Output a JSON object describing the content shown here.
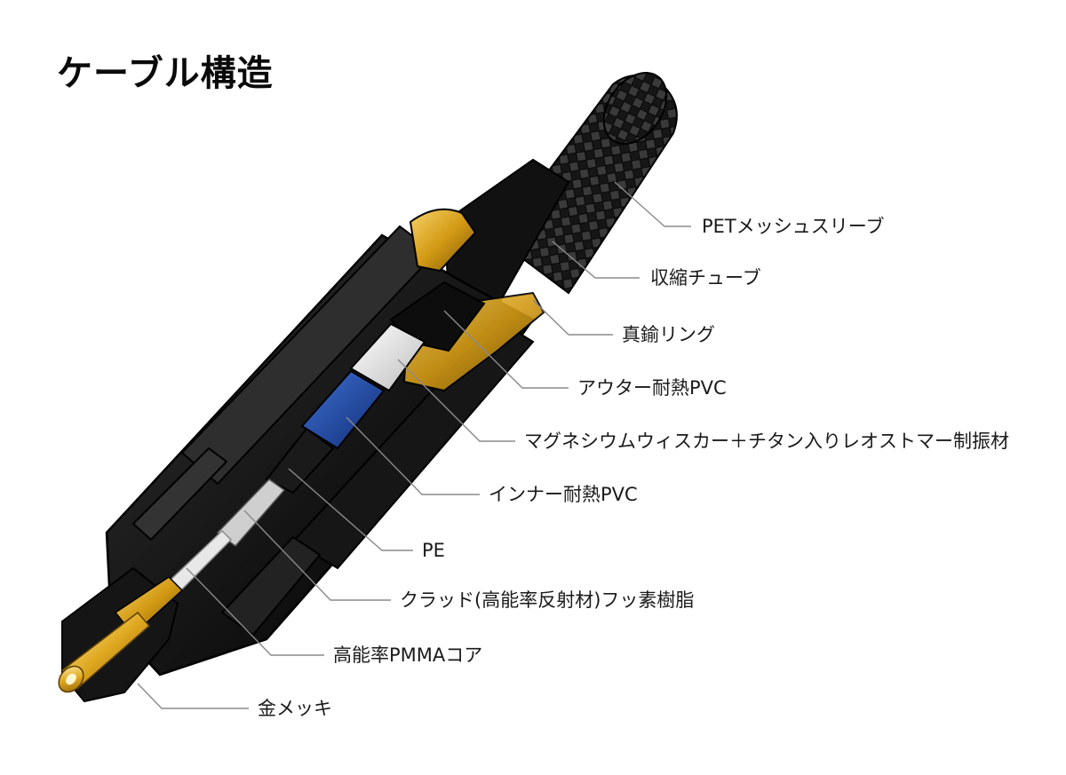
{
  "title": "ケーブル構造",
  "callouts": [
    {
      "label": "PETメッシュスリーブ"
    },
    {
      "label": "収縮チューブ"
    },
    {
      "label": "真鍮リング"
    },
    {
      "label": "アウター耐熱PVC"
    },
    {
      "label": "マグネシウムウィスカー＋チタン入りレオストマー制振材"
    },
    {
      "label": "インナー耐熱PVC"
    },
    {
      "label": "PE"
    },
    {
      "label": "クラッド(高能率反射材)フッ素樹脂"
    },
    {
      "label": "高能率PMMAコア"
    },
    {
      "label": "金メッキ"
    }
  ],
  "colors": {
    "body": "#1c1c1c",
    "brass": "#d9a21c",
    "blue": "#1f4aa8",
    "white_layer": "#f2f2f2",
    "leader": "#888888"
  }
}
